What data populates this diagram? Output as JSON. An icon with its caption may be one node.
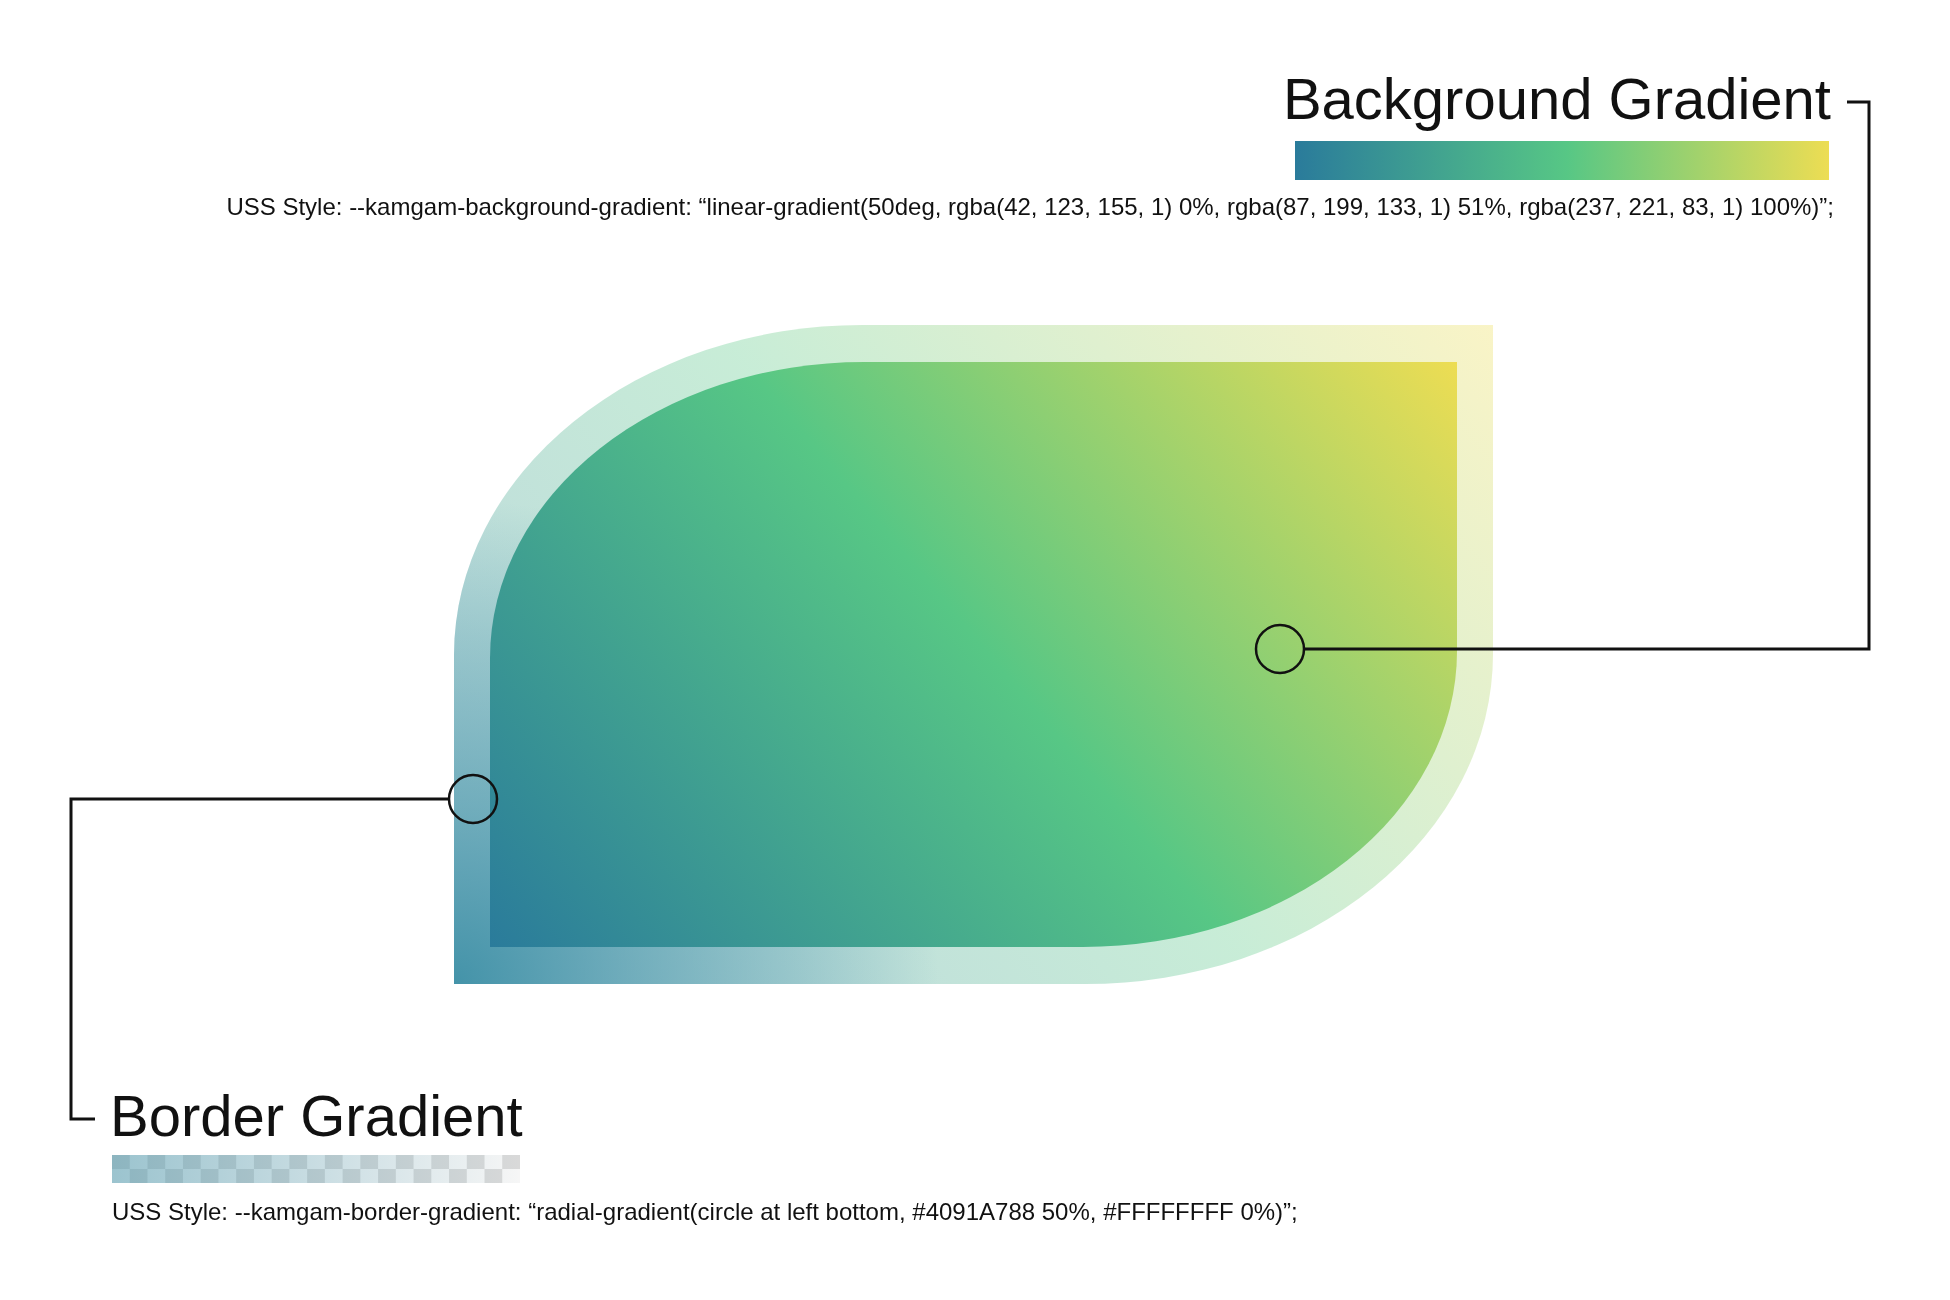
{
  "diagram": {
    "nodes": [
      {
        "text": [
          "Background Gradient"
        ],
        "beside": [
          "USS Style: --kamgam-background-gradient: “linear-gradient(50deg, rgba(42, 123, 155, 1) 0%, rgba(87, 199, 133, 1) 51%, rgba(237, 221, 83, 1) 100%)”;"
        ]
      },
      {
        "text": [],
        "shape": "leaf"
      },
      {
        "text": [],
        "shape": "leaf",
        "in": 1
      },
      {
        "text": [
          "Border Gradient"
        ],
        "beside": [
          "USS Style: --kamgam-border-gradient: “radial-gradient(circle at left bottom, #4091A788 50%, #FFFFFFFF 0%)”;"
        ]
      }
    ],
    "edges": [
      {
        "from": 0,
        "to": 2,
        "arrow": "other"
      },
      {
        "from": 3,
        "to": 1,
        "arrow": "other"
      }
    ]
  }
}
